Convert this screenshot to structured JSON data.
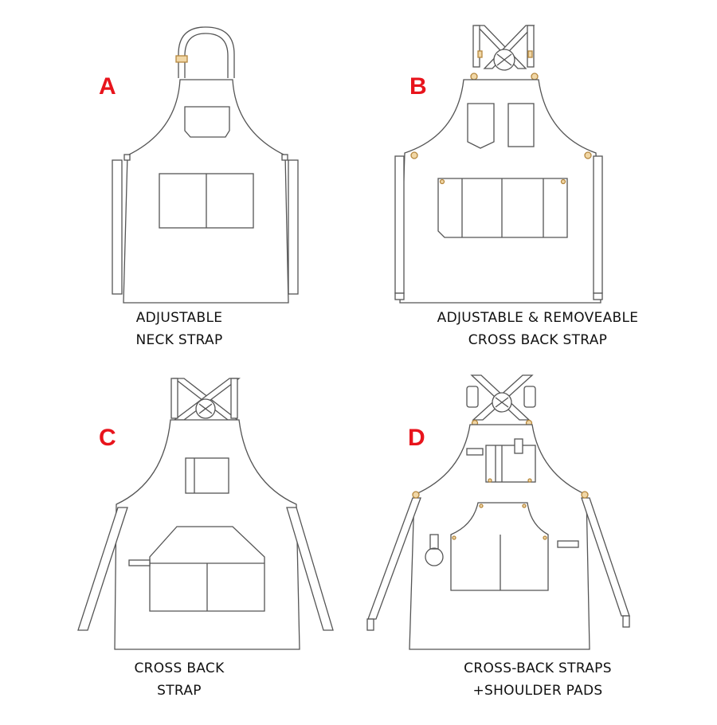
{
  "colors": {
    "letter": "#e8141c",
    "outline": "#555555",
    "hardware": "#c9a064"
  },
  "panels": [
    {
      "letter": "A",
      "caption_line1": "ADJUSTABLE",
      "caption_line2": "NECK STRAP"
    },
    {
      "letter": "B",
      "caption_line1": "ADJUSTABLE & REMOVEABLE",
      "caption_line2": "CROSS BACK STRAP"
    },
    {
      "letter": "C",
      "caption_line1": "CROSS BACK",
      "caption_line2": "STRAP"
    },
    {
      "letter": "D",
      "caption_line1": "CROSS-BACK STRAPS",
      "caption_line2": "+SHOULDER PADS"
    }
  ]
}
